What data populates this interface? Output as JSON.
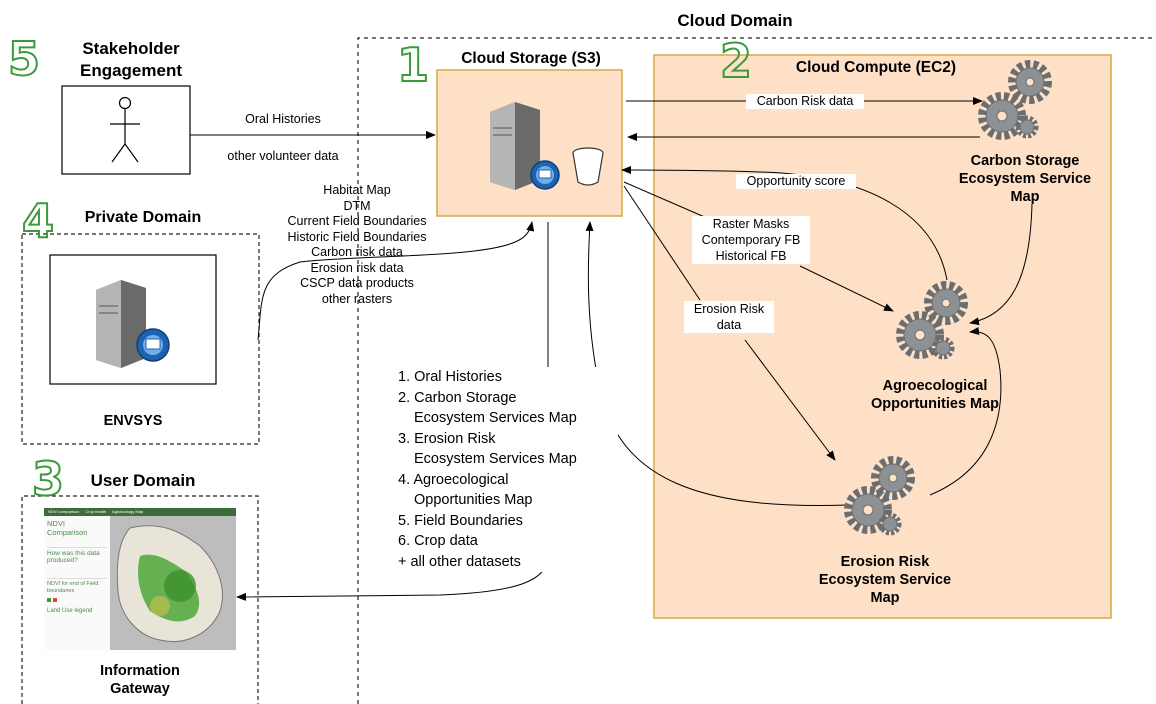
{
  "cloud_domain": {
    "title": "Cloud Domain"
  },
  "stakeholder": {
    "number": "5",
    "title_line1": "Stakeholder",
    "title_line2": "Engagement"
  },
  "private_domain": {
    "number": "4",
    "title": "Private Domain",
    "server_label": "ENVSYS"
  },
  "user_domain": {
    "number": "3",
    "title": "User Domain",
    "gateway_line1": "Information",
    "gateway_line2": "Gateway",
    "gateway_screen": {
      "nav1": "NDVI comparison",
      "nav2": "Crop health",
      "nav3": "Agroecology Map",
      "heading": "NDVI Comparison",
      "q": "How was this data produced?",
      "sub": "NDVI for end of Field boundaries",
      "legend": "Land Use legend"
    }
  },
  "cloud_storage": {
    "number": "1",
    "title": "Cloud Storage (S3)"
  },
  "cloud_compute": {
    "number": "2",
    "title": "Cloud Compute (EC2)"
  },
  "maps": {
    "carbon": [
      "Carbon Storage",
      "Ecosystem Service",
      "Map"
    ],
    "agro": [
      "Agroecological",
      "Opportunities Map"
    ],
    "erosion": [
      "Erosion Risk",
      "Ecosystem Service",
      "Map"
    ]
  },
  "edges": {
    "oral_histories": "Oral Histories",
    "volunteer": "other volunteer data",
    "private_data": [
      "Habitat Map",
      "DTM",
      "Current Field Boundaries",
      "Historic Field Boundaries",
      "Carbon risk data",
      "Erosion risk data",
      "CSCP data products",
      "other rasters"
    ],
    "carbon_risk": "Carbon Risk data",
    "opportunity": "Opportunity score",
    "masks": [
      "Raster Masks",
      "Contemporary FB",
      "Historical FB"
    ],
    "erosion_risk": [
      "Erosion Risk",
      "data"
    ]
  },
  "outputs": [
    "1. Oral Histories",
    "2. Carbon Storage",
    "Ecosystem Services Map",
    "3. Erosion Risk",
    "Ecosystem Services Map",
    "4. Agroecological",
    "Opportunities Map",
    "5. Field Boundaries",
    "6. Crop data",
    "+ all other datasets"
  ]
}
